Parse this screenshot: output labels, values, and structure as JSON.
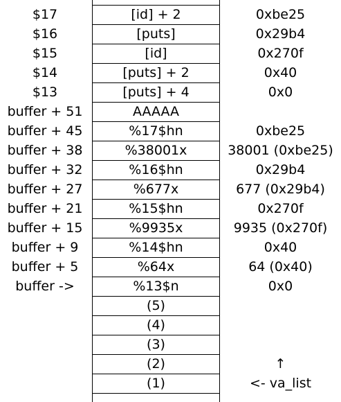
{
  "rows": [
    {
      "label": "$17",
      "content": "[id] + 2",
      "value": "0xbe25"
    },
    {
      "label": "$16",
      "content": "[puts]",
      "value": "0x29b4"
    },
    {
      "label": "$15",
      "content": "[id]",
      "value": "0x270f"
    },
    {
      "label": "$14",
      "content": "[puts] + 2",
      "value": "0x40"
    },
    {
      "label": "$13",
      "content": "[puts] + 4",
      "value": "0x0"
    },
    {
      "label": "buffer + 51",
      "content": "AAAAA",
      "value": ""
    },
    {
      "label": "buffer + 45",
      "content": "%17$hn",
      "value": "0xbe25"
    },
    {
      "label": "buffer + 38",
      "content": "%38001x",
      "value": "38001 (0xbe25)"
    },
    {
      "label": "buffer + 32",
      "content": "%16$hn",
      "value": "0x29b4"
    },
    {
      "label": "buffer + 27",
      "content": "%677x",
      "value": "677 (0x29b4)"
    },
    {
      "label": "buffer + 21",
      "content": "%15$hn",
      "value": "0x270f"
    },
    {
      "label": "buffer + 15",
      "content": "%9935x",
      "value": "9935 (0x270f)"
    },
    {
      "label": "buffer + 9",
      "content": "%14$hn",
      "value": "0x40"
    },
    {
      "label": "buffer + 5",
      "content": "%64x",
      "value": "64 (0x40)"
    },
    {
      "label": "buffer ->",
      "content": "%13$n",
      "value": "0x0"
    },
    {
      "label": "",
      "content": "(5)",
      "value": ""
    },
    {
      "label": "",
      "content": "(4)",
      "value": ""
    },
    {
      "label": "",
      "content": "(3)",
      "value": ""
    },
    {
      "label": "",
      "content": "(2)",
      "value": "↑"
    },
    {
      "label": "",
      "content": "(1)",
      "value": "<- va_list"
    }
  ]
}
